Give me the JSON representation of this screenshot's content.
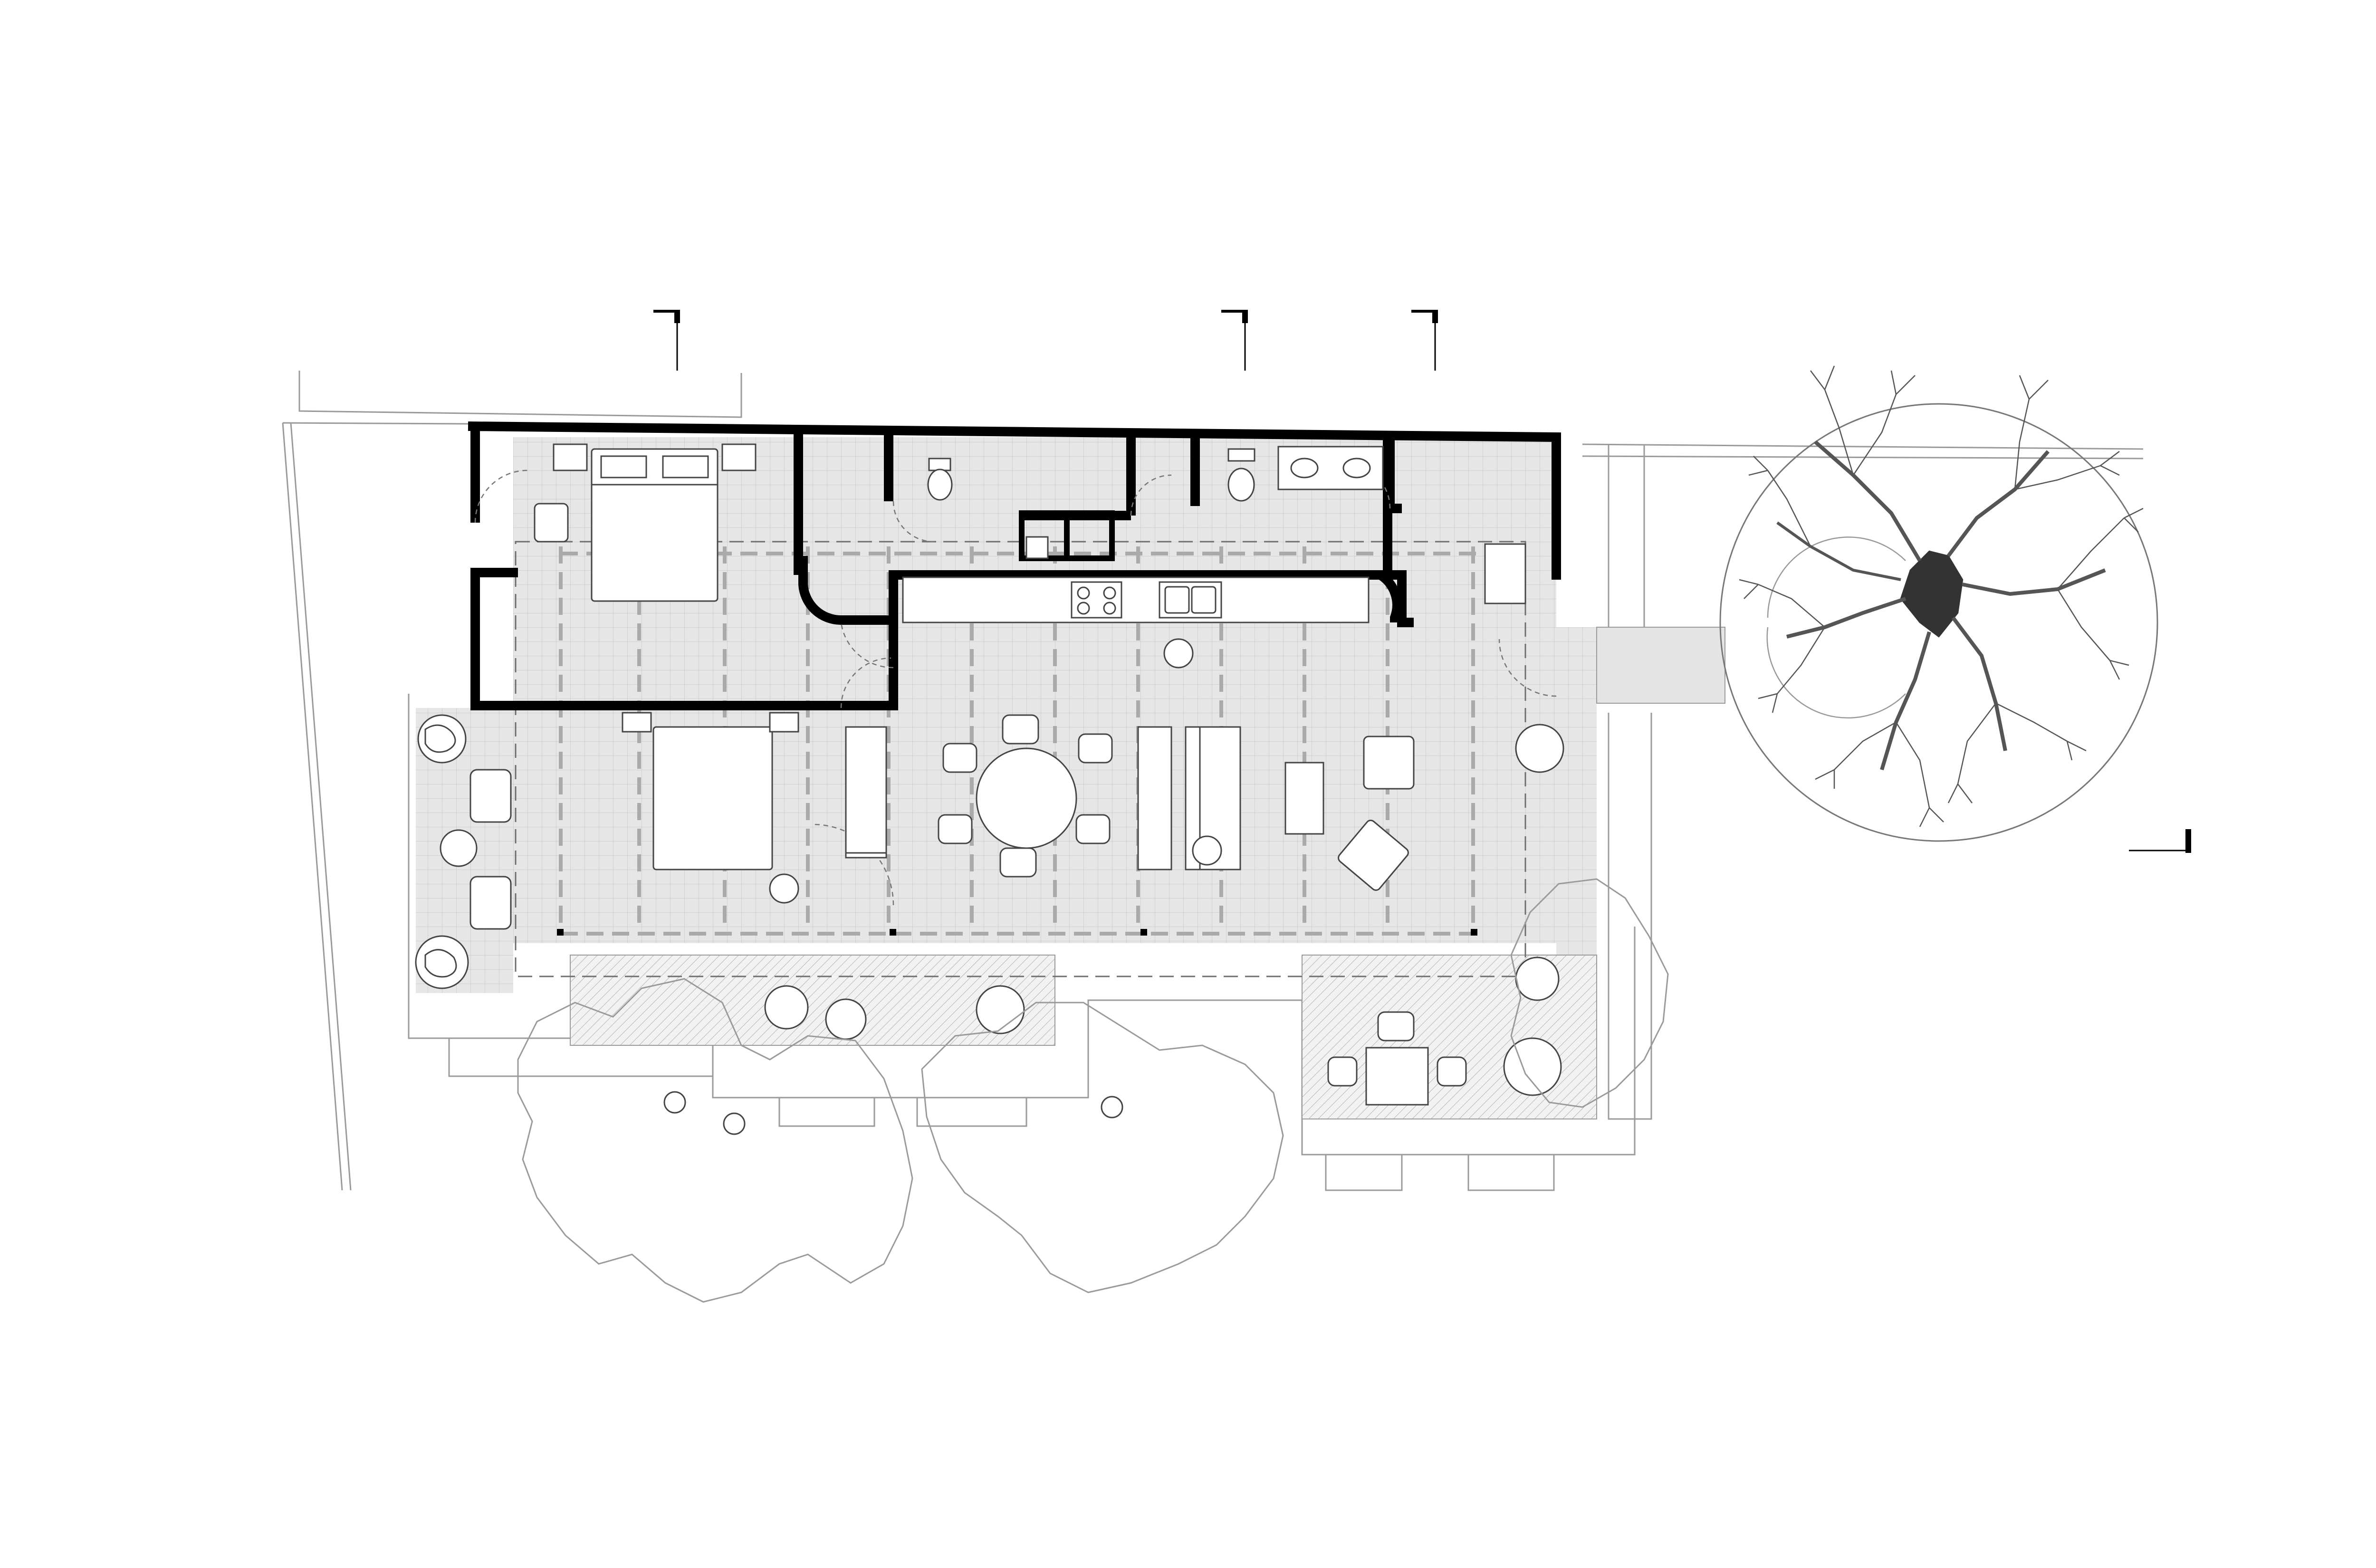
{
  "drawing": {
    "kind": "architectural floor plan",
    "text_labels": []
  },
  "colors": {
    "background": "#ffffff",
    "wall": "#000000",
    "floor_fill": "#e6e6e6",
    "tile_grid": "#c8c8c8",
    "terrace_fill": "#e9e9e9",
    "line_light": "#9a9a9a",
    "line_mid": "#6e6e6e",
    "furniture": "#444444",
    "tree_crown": "#555555"
  },
  "icons": {
    "section_markers": [
      "section-marker-icon",
      "section-marker-icon",
      "section-marker-icon",
      "section-marker-icon"
    ],
    "trees": [
      "deciduous-tree-icon"
    ],
    "furniture": [
      "double-bed-icon",
      "dining-table-icon",
      "sofa-icon",
      "armchair-icon",
      "toilet-icon",
      "sink-icon",
      "cooktop-icon",
      "potted-plant-icon",
      "outdoor-table-icon"
    ]
  },
  "rooms": [
    {
      "id": "bedroom-north",
      "furniture": [
        "double-bed",
        "nightstands",
        "desk"
      ]
    },
    {
      "id": "bathroom-1",
      "furniture": [
        "toilet",
        "sink",
        "shower"
      ]
    },
    {
      "id": "bathroom-2",
      "furniture": [
        "toilet",
        "double-sink"
      ]
    },
    {
      "id": "kitchen",
      "furniture": [
        "cooktop",
        "double-sink",
        "counter"
      ]
    },
    {
      "id": "bedroom-south",
      "furniture": [
        "double-bed",
        "nightstands",
        "wardrobe"
      ]
    },
    {
      "id": "dining",
      "furniture": [
        "round-table",
        "six-chairs"
      ]
    },
    {
      "id": "living",
      "furniture": [
        "sofa",
        "coffee-table",
        "armchairs"
      ]
    },
    {
      "id": "terrace-west",
      "furniture": [
        "lounge-chairs",
        "side-table",
        "plants"
      ]
    },
    {
      "id": "terrace-south",
      "furniture": [
        "outdoor-table",
        "chairs",
        "planters"
      ]
    }
  ]
}
